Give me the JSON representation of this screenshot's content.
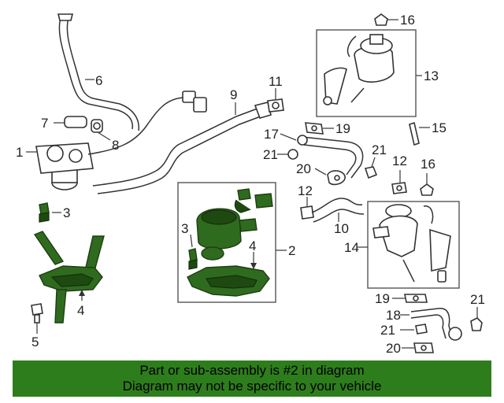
{
  "callouts": {
    "c16_top": "16",
    "c13": "13",
    "c6": "6",
    "c11": "11",
    "c9": "9",
    "c7": "7",
    "c8": "8",
    "c17": "17",
    "c19_mid": "19",
    "c15": "15",
    "c1": "1",
    "c21_left": "21",
    "c21_mid": "21",
    "c20_mid": "20",
    "c12_mid": "12",
    "c16_mid": "16",
    "c12_low": "12",
    "c10": "10",
    "c3_left": "3",
    "c3_box": "3",
    "c2": "2",
    "c4_box": "4",
    "c14": "14",
    "c4_left": "4",
    "c5": "5",
    "c19_low": "19",
    "c21_right": "21",
    "c18": "18",
    "c21_low": "21",
    "c20_low": "20"
  },
  "banner": {
    "line1": "Part or sub-assembly is #2 in diagram",
    "line2": "Diagram may not be specific to your vehicle",
    "color": "#2e7d1c"
  },
  "highlight_color": "#2f6b1f"
}
